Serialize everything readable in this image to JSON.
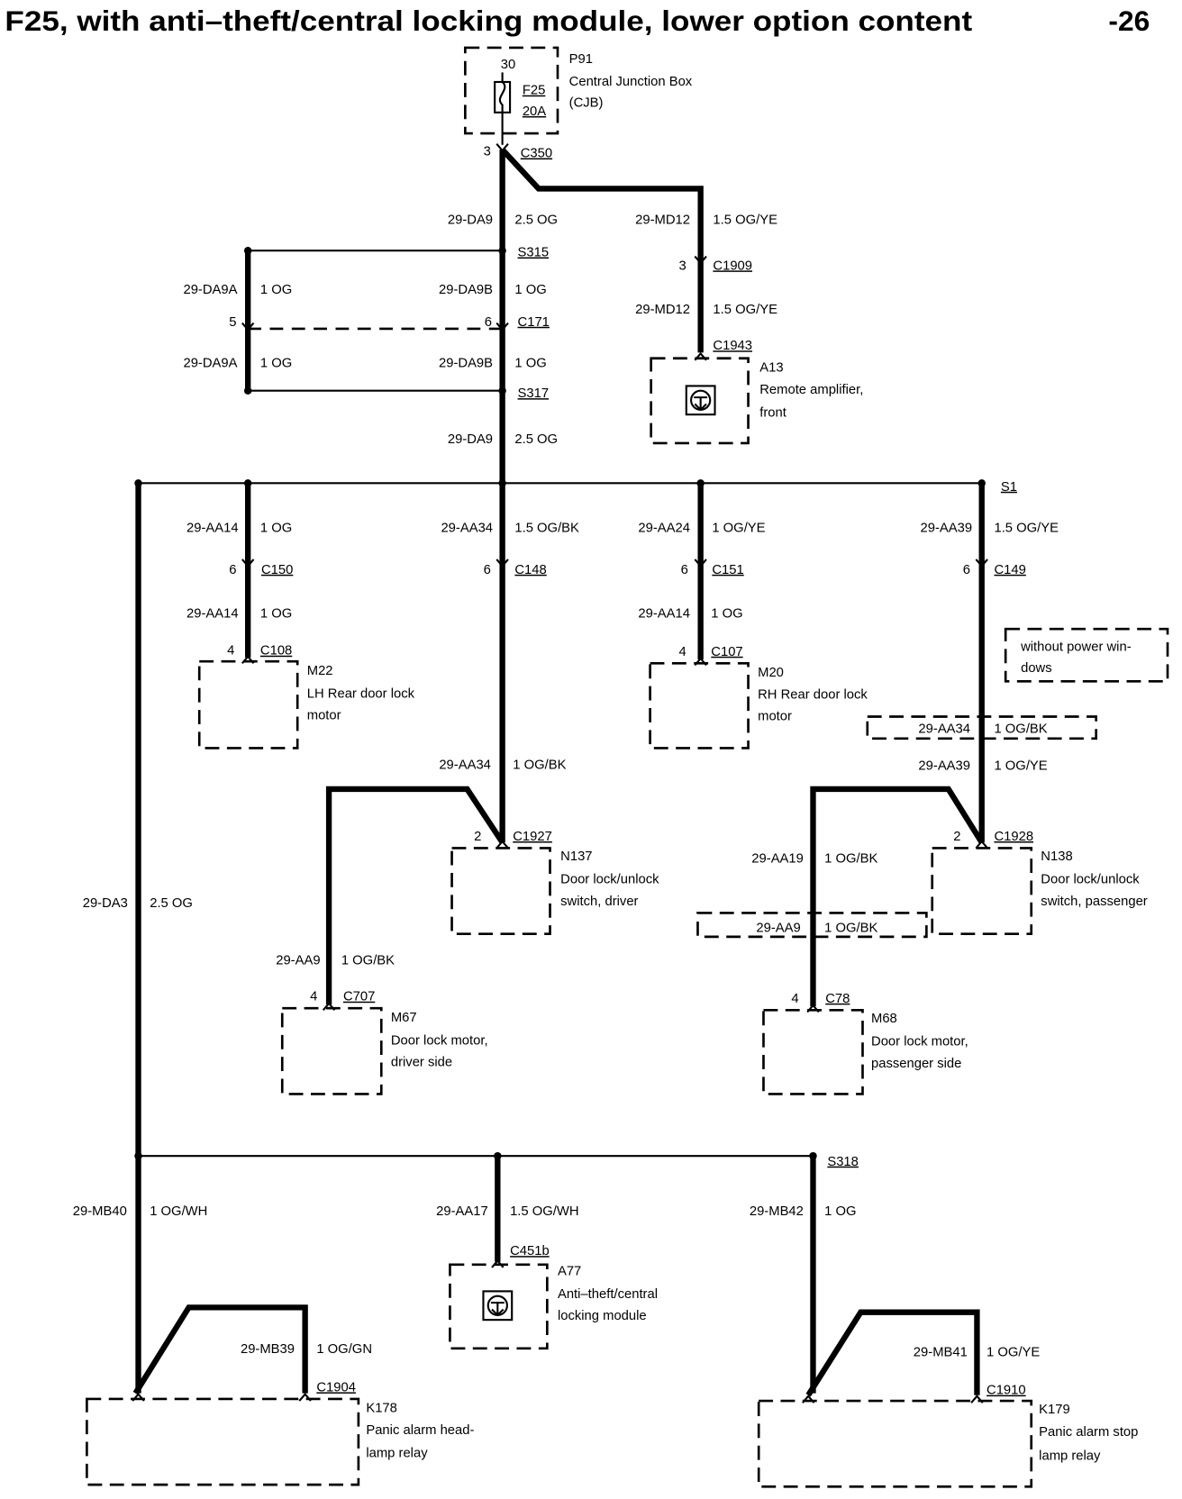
{
  "title": "F25, with anti–theft/central locking module, lower option content",
  "page_number": "-26",
  "fuse": {
    "terminal": "30",
    "name": "F25",
    "rating": "20A"
  },
  "components": {
    "P91": [
      "P91",
      "Central Junction Box",
      "(CJB)"
    ],
    "A13": [
      "A13",
      "Remote amplifier,",
      "front"
    ],
    "M22": [
      "M22",
      "LH Rear door lock",
      "motor"
    ],
    "M20": [
      "M20",
      "RH Rear door lock",
      "motor"
    ],
    "N137": [
      "N137",
      "Door lock/unlock",
      "switch, driver"
    ],
    "N138": [
      "N138",
      "Door lock/unlock",
      "switch, passenger"
    ],
    "M67": [
      "M67",
      "Door lock motor,",
      "driver side"
    ],
    "M68": [
      "M68",
      "Door lock motor,",
      "passenger side"
    ],
    "A77": [
      "A77",
      "Anti–theft/central",
      "locking module"
    ],
    "K178": [
      "K178",
      "Panic alarm head-",
      "lamp relay"
    ],
    "K179": [
      "K179",
      "Panic alarm stop",
      "lamp relay"
    ]
  },
  "connectors": {
    "C350": {
      "name": "C350",
      "pin": "3"
    },
    "C171": {
      "name": "C171",
      "pin_left": "5",
      "pin_right": "6"
    },
    "C1909": {
      "name": "C1909",
      "pin": "3"
    },
    "C1943": {
      "name": "C1943"
    },
    "C150": {
      "name": "C150",
      "pin": "6"
    },
    "C148": {
      "name": "C148",
      "pin": "6"
    },
    "C151": {
      "name": "C151",
      "pin": "6"
    },
    "C149": {
      "name": "C149",
      "pin": "6"
    },
    "C108": {
      "name": "C108",
      "pin": "4"
    },
    "C107": {
      "name": "C107",
      "pin": "4"
    },
    "C1927": {
      "name": "C1927",
      "pin": "2"
    },
    "C1928": {
      "name": "C1928",
      "pin": "2"
    },
    "C707": {
      "name": "C707",
      "pin": "4"
    },
    "C78": {
      "name": "C78",
      "pin": "4"
    },
    "C451b": {
      "name": "C451b"
    },
    "C1904": {
      "name": "C1904"
    },
    "C1910": {
      "name": "C1910"
    }
  },
  "splices": {
    "S315": "S315",
    "S317": "S317",
    "S1": "S1",
    "S318": "S318"
  },
  "wires": {
    "da9_top": {
      "circuit": "29-DA9",
      "spec": "2.5 OG"
    },
    "md12_top": {
      "circuit": "29-MD12",
      "spec": "1.5 OG/YE"
    },
    "da9a_upper": {
      "circuit": "29-DA9A",
      "spec": "1 OG"
    },
    "da9b_upper": {
      "circuit": "29-DA9B",
      "spec": "1 OG"
    },
    "md12_lower": {
      "circuit": "29-MD12",
      "spec": "1.5 OG/YE"
    },
    "da9a_lower": {
      "circuit": "29-DA9A",
      "spec": "1 OG"
    },
    "da9b_lower": {
      "circuit": "29-DA9B",
      "spec": "1 OG"
    },
    "da9_mid": {
      "circuit": "29-DA9",
      "spec": "2.5 OG"
    },
    "aa14_lh_upper": {
      "circuit": "29-AA14",
      "spec": "1 OG"
    },
    "aa34_upper": {
      "circuit": "29-AA34",
      "spec": "1.5 OG/BK"
    },
    "aa24_upper": {
      "circuit": "29-AA24",
      "spec": "1 OG/YE"
    },
    "aa39_upper": {
      "circuit": "29-AA39",
      "spec": "1.5 OG/YE"
    },
    "aa14_lh_lower": {
      "circuit": "29-AA14",
      "spec": "1 OG"
    },
    "aa14_rh_lower": {
      "circuit": "29-AA14",
      "spec": "1 OG"
    },
    "aa34_alt": {
      "circuit": "29-AA34",
      "spec": "1 OG/BK"
    },
    "aa34_lower": {
      "circuit": "29-AA34",
      "spec": "1 OG/BK"
    },
    "aa39_lower": {
      "circuit": "29-AA39",
      "spec": "1 OG/YE"
    },
    "aa19": {
      "circuit": "29-AA19",
      "spec": "1 OG/BK"
    },
    "aa9_alt": {
      "circuit": "29-AA9",
      "spec": "1 OG/BK"
    },
    "da3": {
      "circuit": "29-DA3",
      "spec": "2.5 OG"
    },
    "aa9": {
      "circuit": "29-AA9",
      "spec": "1 OG/BK"
    },
    "mb40": {
      "circuit": "29-MB40",
      "spec": "1 OG/WH"
    },
    "aa17": {
      "circuit": "29-AA17",
      "spec": "1.5 OG/WH"
    },
    "mb42": {
      "circuit": "29-MB42",
      "spec": "1 OG"
    },
    "mb39": {
      "circuit": "29-MB39",
      "spec": "1 OG/GN"
    },
    "mb41": {
      "circuit": "29-MB41",
      "spec": "1 OG/YE"
    }
  },
  "notes": {
    "without_power_windows": [
      "without power win-",
      "dows"
    ]
  }
}
